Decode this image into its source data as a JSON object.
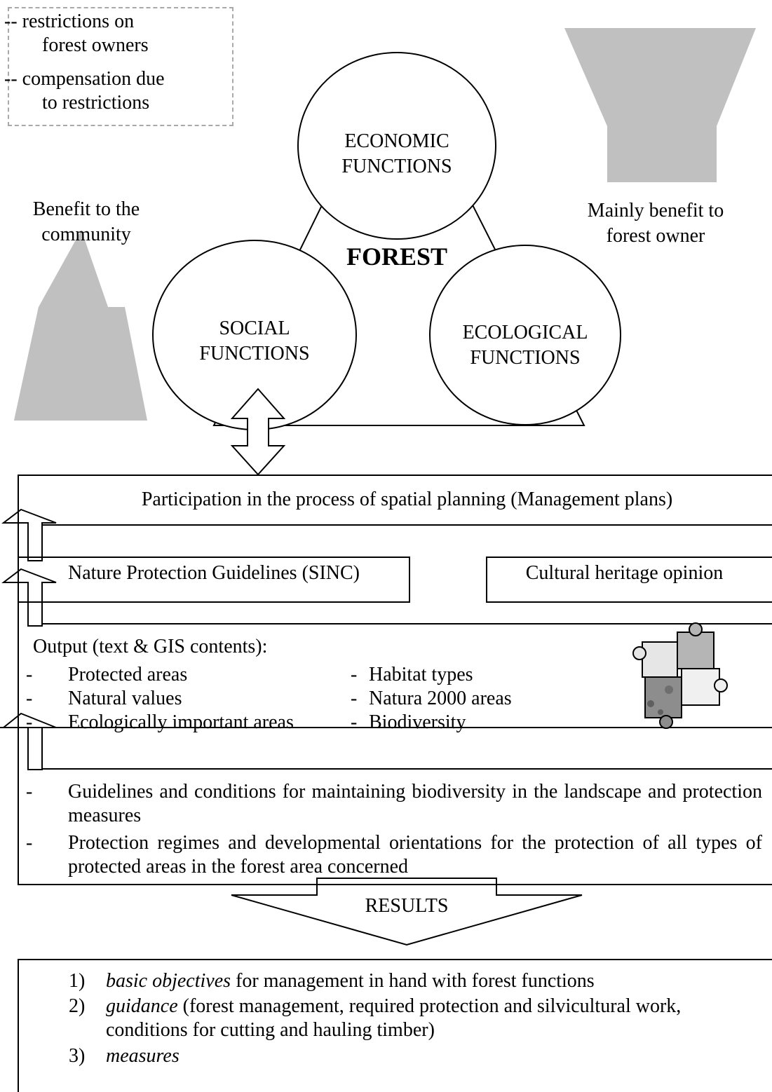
{
  "legend": {
    "line1": "-- restrictions on",
    "line2": "forest owners",
    "line3": "-- compensation due",
    "line4": "to restrictions"
  },
  "left_arrow_label": [
    "Benefit to the",
    "community"
  ],
  "right_arrow_label": [
    "Mainly benefit to",
    "forest owner"
  ],
  "center_label": "FOREST",
  "circles": {
    "economic": [
      "ECONOMIC",
      "FUNCTIONS"
    ],
    "social": [
      "SOCIAL",
      "FUNCTIONS"
    ],
    "ecological": [
      "ECOLOGICAL",
      "FUNCTIONS"
    ]
  },
  "participation": "Participation in the process of spatial planning (Management plans)",
  "nature_guidelines": "Nature Protection Guidelines (SINC)",
  "cultural_heritage": "Cultural heritage opinion",
  "output": {
    "heading": "Output (text & GIS contents):",
    "bullet": "-",
    "left_items": [
      "Protected areas",
      "Natural values",
      "Ecologically important areas"
    ],
    "right_items": [
      "Habitat types",
      "Natura 2000 areas",
      "Biodiversity"
    ]
  },
  "guidelines": [
    "Guidelines and conditions for maintaining biodiversity in the landscape and protection measures",
    "Protection regimes and developmental orientations for the protection of all types of protected areas in the forest area concerned"
  ],
  "results_label": "RESULTS",
  "results": [
    {
      "num": "1)",
      "em": "basic objectives",
      "rest": " for management in hand with forest functions"
    },
    {
      "num": "2)",
      "em": "guidance",
      "rest": " (forest management, required protection and silvicultural work, conditions for cutting and hauling timber)"
    },
    {
      "num": "3)",
      "em": "measures",
      "rest": ""
    }
  ],
  "colors": {
    "arrow_gray": "#c0c0c0",
    "dash_gray": "#a9a9a9",
    "line": "#000000"
  }
}
